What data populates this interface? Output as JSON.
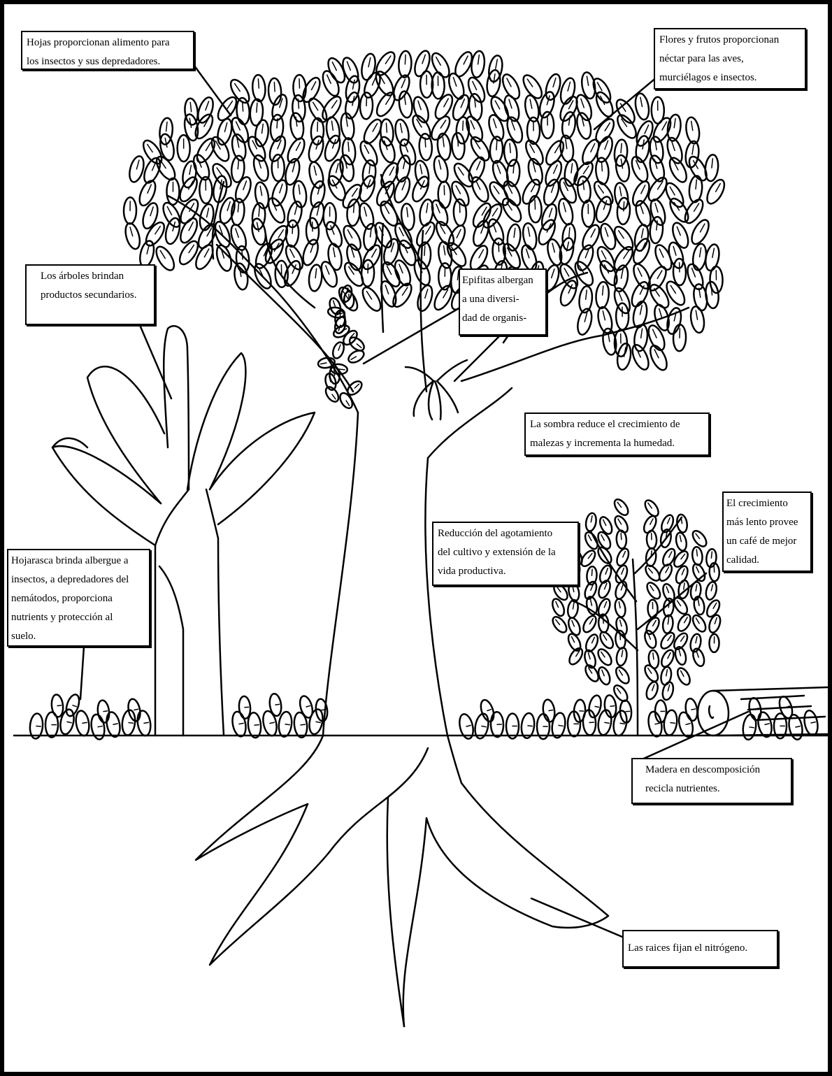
{
  "labels": {
    "leaves": "Hojas proporcionan alimento para\nlos insectos y sus depredadores.",
    "flowers": "Flores y frutos proporcionan\nnéctar para las aves,\nmurciélagos e insectos.",
    "secondary": "Los árboles brindan\nproductos secundarios.",
    "epiphytes": "Epifitas albergan\na una diversi-\ndad de organis-",
    "shade": "La sombra reduce el crecimiento de\nmalezas y incrementa la humedad.",
    "slow_growth": "El crecimiento\nmás lento provee\nun café de mejor\ncalidad.",
    "reduction": "Reducción del agotamiento\ndel cultivo y extensión de la\nvida productiva.",
    "litter": "Hojarasca brinda albergue a\ninsectos, a depredadores del\nnemátodos, proporciona\nnutrients y protección al\nsuelo.",
    "wood": "Madera en descomposición\nrecicla nutrientes.",
    "roots": "Las raices fijan el nitrógeno."
  }
}
